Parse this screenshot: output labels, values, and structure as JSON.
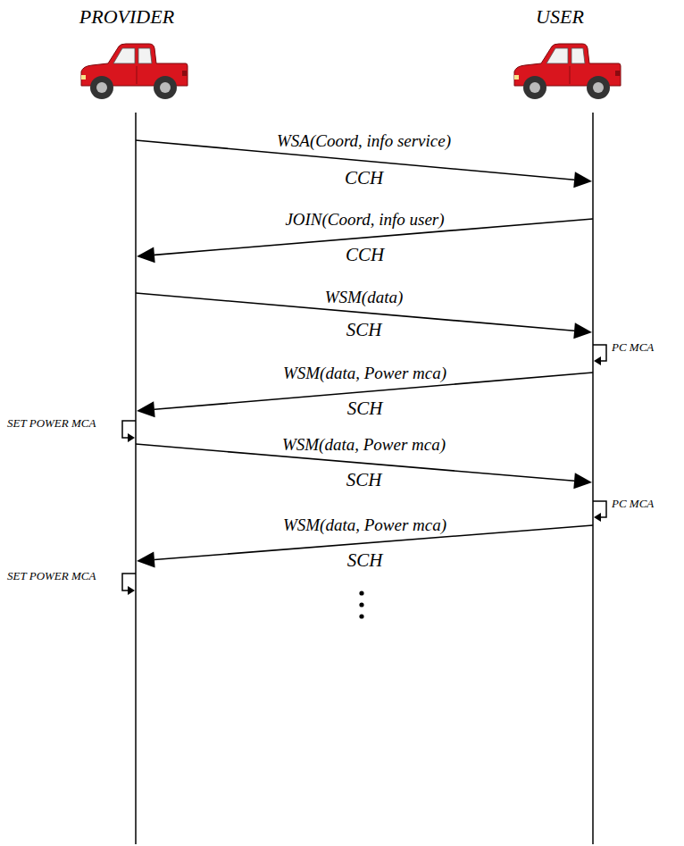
{
  "diagram": {
    "nodes": [
      {
        "text": [
          "PROVIDER"
        ]
      },
      {
        "text": [
          "USER"
        ]
      }
    ],
    "edges": [
      {
        "from": 0,
        "to": 1,
        "arrow": "to",
        "label": "WSA(Coord, info service)"
      },
      {
        "from": 1,
        "to": 0,
        "arrow": "to",
        "label": "JOIN(Coord, info user)"
      },
      {
        "from": 0,
        "to": 1,
        "arrow": "to",
        "label": "WSM(data)"
      },
      {
        "from": 1,
        "to": 0,
        "arrow": "to",
        "label": "WSM(data, Power mca)"
      },
      {
        "from": 0,
        "to": 1,
        "arrow": "to",
        "label": "WSM(data, Power mca)"
      },
      {
        "from": 1,
        "to": 0,
        "arrow": "to",
        "label": "WSM(data, Power mca)"
      }
    ],
    "labels": [
      "CCH",
      "CCH",
      "SCH",
      "PC MCA",
      "SCH",
      "SET POWER MCA",
      "SCH",
      "PC MCA",
      "SCH",
      "SET POWER MCA"
    ]
  }
}
